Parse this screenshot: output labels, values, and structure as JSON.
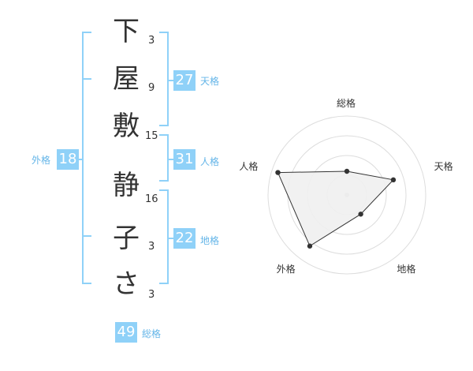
{
  "name": {
    "chars": [
      "下",
      "屋",
      "敷",
      "静",
      "子",
      "さ"
    ],
    "strokes": [
      "3",
      "9",
      "15",
      "16",
      "3",
      "3"
    ]
  },
  "scores": {
    "tenkaku": {
      "label": "天格",
      "value": "27"
    },
    "jinkaku": {
      "label": "人格",
      "value": "31"
    },
    "chikaku": {
      "label": "地格",
      "value": "22"
    },
    "gaikaku": {
      "label": "外格",
      "value": "18"
    },
    "soukaku": {
      "label": "総格",
      "value": "49"
    }
  },
  "chart_data": {
    "type": "radar",
    "axes": [
      "総格",
      "天格",
      "地格",
      "外格",
      "人格"
    ],
    "values": [
      0.3,
      0.62,
      0.3,
      0.8,
      0.92
    ],
    "rmax": 1,
    "rings": 4,
    "colors": {
      "fill": "#f0f0f0",
      "stroke": "#333333",
      "ring": "#dddddd"
    }
  },
  "colors": {
    "accent": "#8fd1f8",
    "accent_text": "#64b5e8"
  }
}
